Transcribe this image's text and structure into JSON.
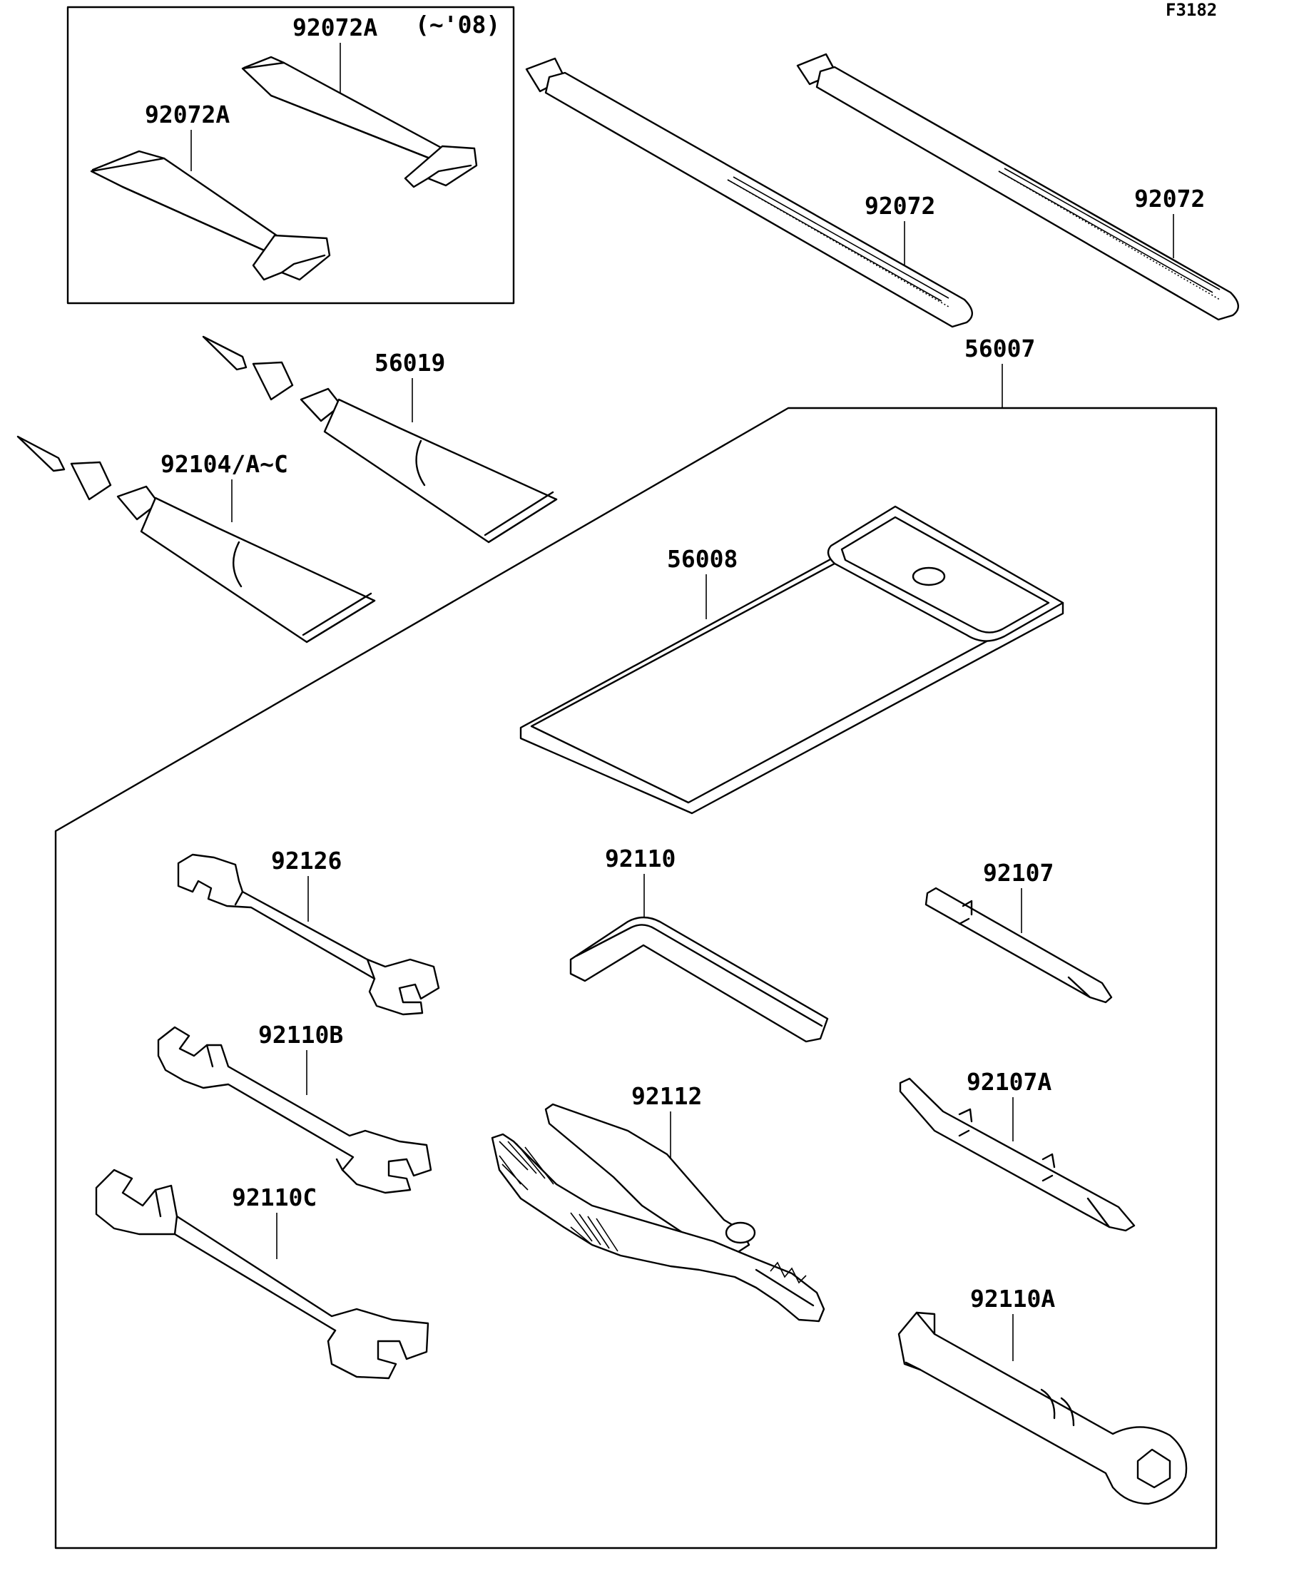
{
  "figure_code": "F3182",
  "note": "(~'08)",
  "parts": {
    "strap_upper": "92072A",
    "strap_lower": "92072A",
    "band_left": "92072",
    "band_right": "92072",
    "grease_upper": "56019",
    "grease_lower": "92104/A~C",
    "tool_kit": "56007",
    "tool_case": "56008",
    "wrench_top": "92126",
    "wrench_mid": "92110B",
    "wrench_bottom": "92110C",
    "hex_key": "92110",
    "pliers": "92112",
    "screwdriver_phillips": "92107",
    "screwdriver_combo": "92107A",
    "box_wrench": "92110A"
  }
}
